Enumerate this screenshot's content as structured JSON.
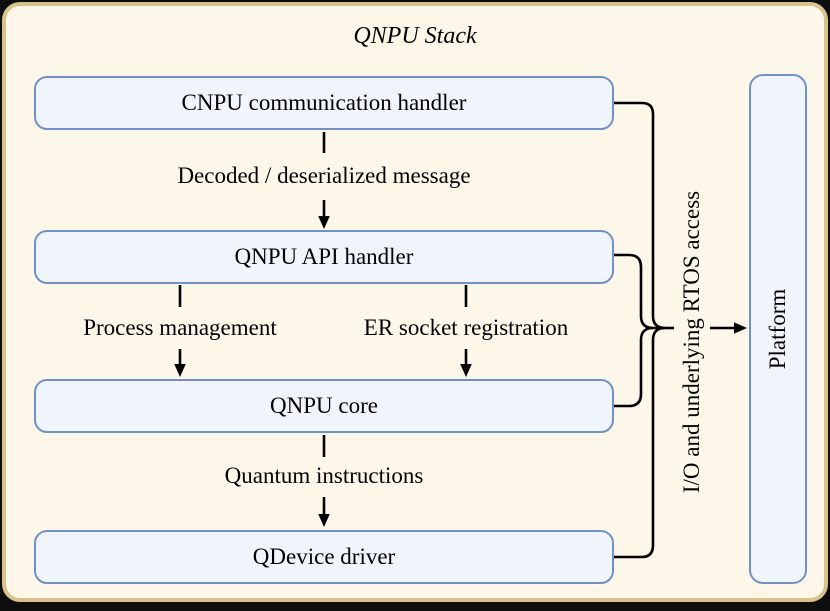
{
  "diagram": {
    "title": "QNPU Stack",
    "boxes": [
      {
        "id": "cnpu-communication-handler",
        "label": "CNPU communication handler"
      },
      {
        "id": "qnpu-api-handler",
        "label": "QNPU API handler"
      },
      {
        "id": "qnpu-core",
        "label": "QNPU core"
      },
      {
        "id": "qdevice-driver",
        "label": "QDevice driver"
      }
    ],
    "platform_label": "Platform",
    "edge_labels": {
      "decoded_message": "Decoded / deserialized message",
      "process_management": "Process management",
      "er_socket_registration": "ER socket registration",
      "quantum_instructions": "Quantum instructions",
      "io_rtos_access": "I/O and underlying RTOS access"
    }
  },
  "colors": {
    "page_bg": "#0e0e0e",
    "canvas_bg": "#fdf7ea",
    "frame_border": "#d8c28e",
    "box_fill": "#f0f4fc",
    "box_border": "#7191c5",
    "line": "#000000",
    "text": "#000000"
  }
}
